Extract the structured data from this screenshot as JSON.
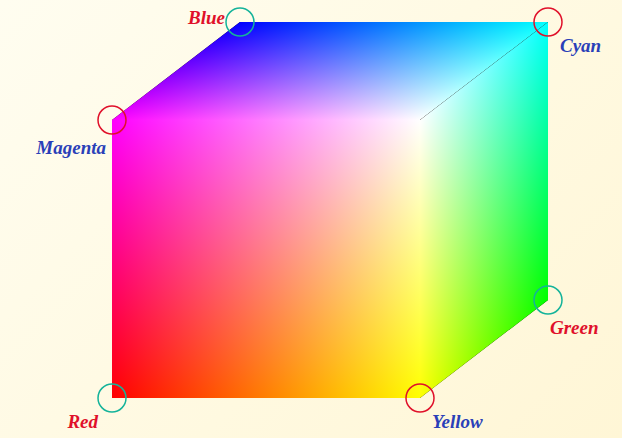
{
  "diagram": {
    "labels": [
      "Blue",
      "Cyan",
      "Magenta",
      "Green",
      "Red",
      "Yellow"
    ]
  }
}
